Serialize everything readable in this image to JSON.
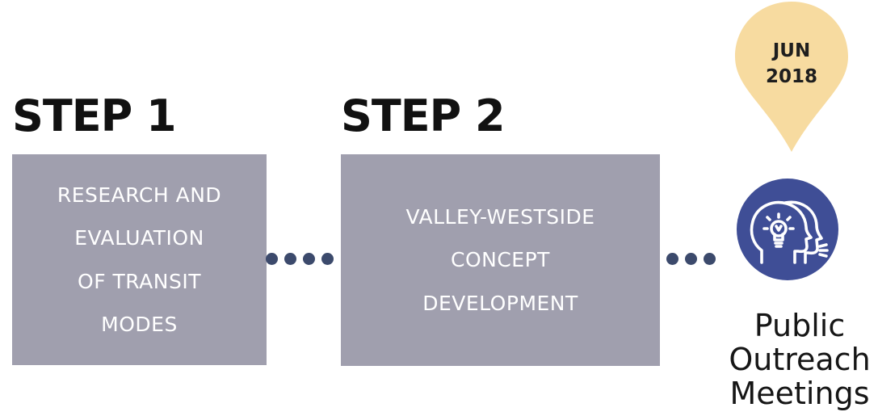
{
  "step1": {
    "title": "STEP 1",
    "lines": [
      "RESEARCH AND",
      "EVALUATION",
      "OF TRANSIT",
      "MODES"
    ]
  },
  "step2": {
    "title": "STEP 2",
    "lines": [
      "VALLEY-WESTSIDE",
      "CONCEPT",
      "DEVELOPMENT"
    ]
  },
  "milestone": {
    "month": "JUN",
    "year": "2018",
    "icon": "head-lightbulb-icon",
    "label_lines": [
      "Public",
      "Outreach",
      "Meetings"
    ]
  },
  "colors": {
    "box": "#a09fae",
    "connector_dots": "#3c4a6c",
    "pin": "#f7dba0",
    "icon_circle": "#3f4e96"
  }
}
